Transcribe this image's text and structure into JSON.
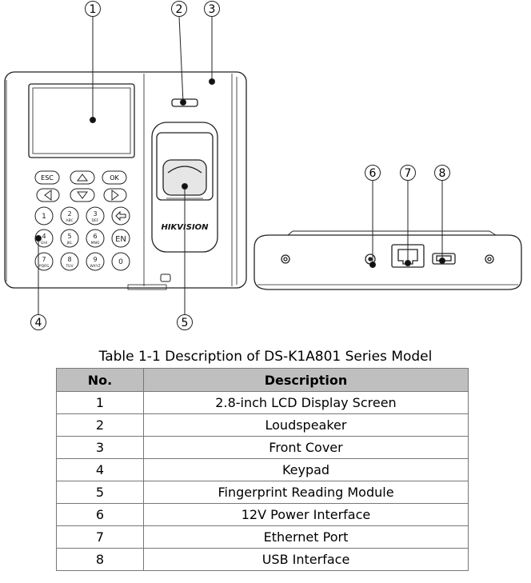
{
  "figure": {
    "callouts": [
      "1",
      "2",
      "3",
      "4",
      "5",
      "6",
      "7",
      "8"
    ],
    "brand_logo": "HIKVISION",
    "keypad": {
      "nav_keys": [
        "ESC",
        "OK"
      ],
      "number_keys": [
        {
          "digit": "1",
          "letters": ""
        },
        {
          "digit": "2",
          "letters": "ABC"
        },
        {
          "digit": "3",
          "letters": "DEF"
        },
        {
          "digit": "4",
          "letters": "GHI"
        },
        {
          "digit": "5",
          "letters": "JKL"
        },
        {
          "digit": "6",
          "letters": "MNO"
        },
        {
          "digit": "7",
          "letters": "PQRS"
        },
        {
          "digit": "8",
          "letters": "TUV"
        },
        {
          "digit": "9",
          "letters": "WXYZ"
        },
        {
          "digit": "0",
          "letters": ""
        }
      ],
      "en_key": "EN"
    }
  },
  "caption": "Table 1-1 Description of DS-K1A801 Series Model",
  "table": {
    "headers": [
      "No.",
      "Description"
    ],
    "rows": [
      {
        "no": "1",
        "description": "2.8-inch LCD Display Screen"
      },
      {
        "no": "2",
        "description": "Loudspeaker"
      },
      {
        "no": "3",
        "description": "Front Cover"
      },
      {
        "no": "4",
        "description": "Keypad"
      },
      {
        "no": "5",
        "description": "Fingerprint Reading Module"
      },
      {
        "no": "6",
        "description": "12V Power Interface"
      },
      {
        "no": "7",
        "description": "Ethernet Port"
      },
      {
        "no": "8",
        "description": "USB Interface"
      }
    ]
  }
}
